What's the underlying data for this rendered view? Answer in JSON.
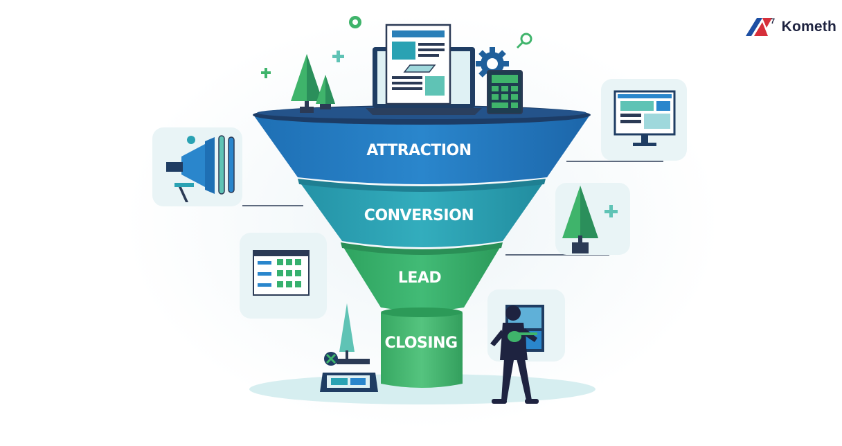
{
  "brand": {
    "name": "Kometh",
    "superscript": "7",
    "logo_colors": [
      "#1d4fa3",
      "#d62f3a"
    ]
  },
  "funnel": {
    "stages": [
      {
        "label": "ATTRACTION",
        "color": "#2a82c8"
      },
      {
        "label": "CONVERSION",
        "color": "#2aa2b3"
      },
      {
        "label": "LEAD",
        "color": "#36b06e"
      },
      {
        "label": "CLOSING",
        "color": "#3fb46b"
      }
    ]
  },
  "icons": [
    "megaphone-icon",
    "spreadsheet-screen-icon",
    "monitor-icon",
    "potted-tree-icon",
    "person-with-guitar-icon",
    "laptop-document-icon",
    "gear-icon",
    "calculator-icon",
    "tree-icon",
    "magnifier-icon",
    "plus-icon",
    "tablet-icon"
  ]
}
